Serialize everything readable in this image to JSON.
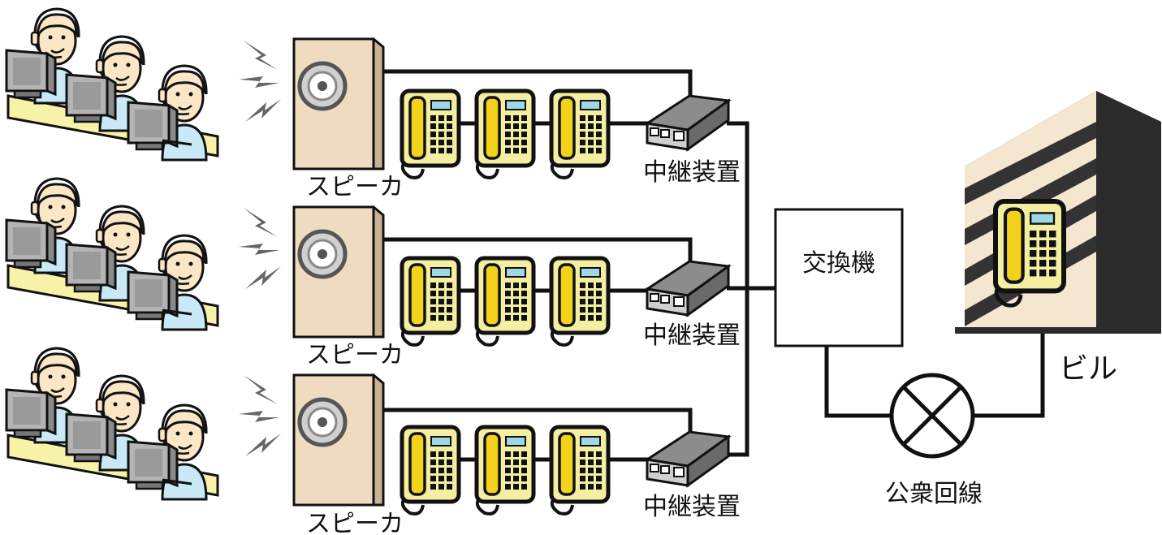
{
  "labels": {
    "speaker": "スピーカ",
    "relay": "中継装置",
    "exchange": "交換機",
    "public_line": "公衆回線",
    "building": "ビル"
  },
  "colors": {
    "line": "#111111",
    "phone_body": "#f3eea0",
    "phone_handset": "#f2d21a",
    "speaker_body": "#efdcc0",
    "building_light": "#f5e6d0",
    "building_dark": "#3a3a3a",
    "skin": "#fbe6c6",
    "shirt": "#c8e9f5",
    "desk": "#f7f2a8",
    "monitor": "#b4b4b4"
  },
  "icons": [
    "operator-icon",
    "speaker-icon",
    "phone-icon",
    "relay-device-icon",
    "building-icon",
    "lightning-icon"
  ]
}
